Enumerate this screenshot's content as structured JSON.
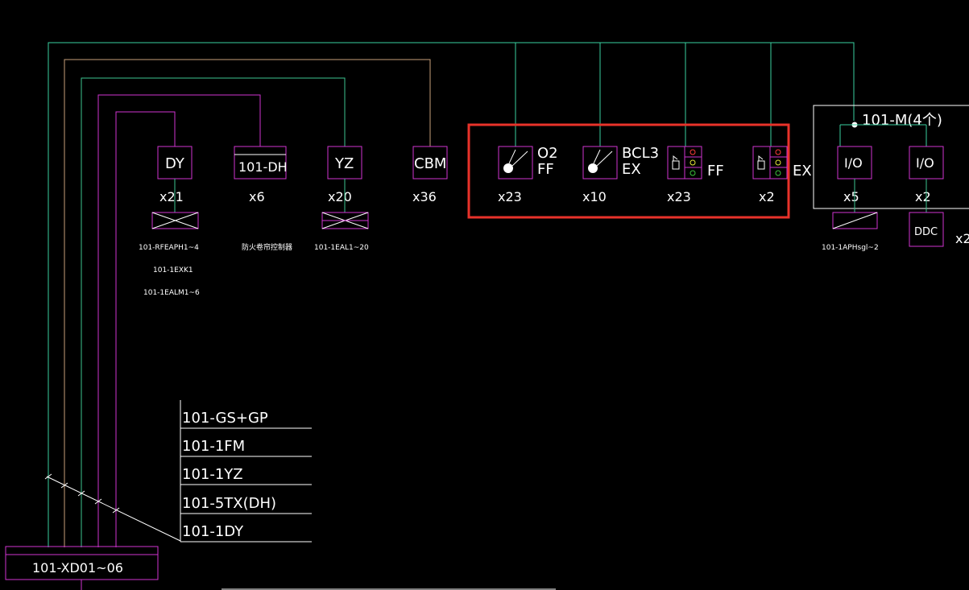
{
  "colors": {
    "background": "#000000",
    "magenta": "#d033d0",
    "green": "#3cc38f",
    "tan": "#c8a07a",
    "cyan": "#3ad0a0",
    "white": "#ffffff",
    "highlight": "#e8322a"
  },
  "panel": {
    "label": "101-XD01~06"
  },
  "devices": [
    {
      "id": "dy",
      "box_label": "DY",
      "count": "x21"
    },
    {
      "id": "dh",
      "box_label": "101-DH",
      "count": "x6"
    },
    {
      "id": "yz",
      "box_label": "YZ",
      "count": "x20"
    },
    {
      "id": "cbm",
      "box_label": "CBM",
      "count": "x36"
    }
  ],
  "detectors": [
    {
      "id": "det1",
      "tag_top": "O2",
      "tag_bottom": "FF",
      "count": "x23",
      "icon": "smoke-detector-icon"
    },
    {
      "id": "det2",
      "tag_top": "BCL3",
      "tag_bottom": "EX",
      "count": "x10",
      "icon": "smoke-detector-icon"
    },
    {
      "id": "det3",
      "tag": "FF",
      "count": "x23",
      "icon": "sound-light-alarm-icon"
    },
    {
      "id": "det4",
      "tag": "EX",
      "count": "x2",
      "icon": "sound-light-alarm-icon"
    }
  ],
  "module_group": {
    "title": "101-M(4个)",
    "modules": [
      {
        "id": "io1",
        "label": "I/O",
        "count": "x5"
      },
      {
        "id": "io2",
        "label": "I/O",
        "count": "x2"
      }
    ],
    "ddc_label": "DDC",
    "ddc_count": "x2"
  },
  "sub_labels": {
    "dy": [
      "101-RFEAPH1~4",
      "101-1EXK1",
      "101-1EALM1~6"
    ],
    "dh": "防火卷帘控制器",
    "yz": "101-1EAL1~20",
    "io": "101-1APHsgl~2"
  },
  "legend": [
    "101-GS+GP",
    "101-1FM",
    "101-1YZ",
    "101-5TX(DH)",
    "101-1DY"
  ]
}
